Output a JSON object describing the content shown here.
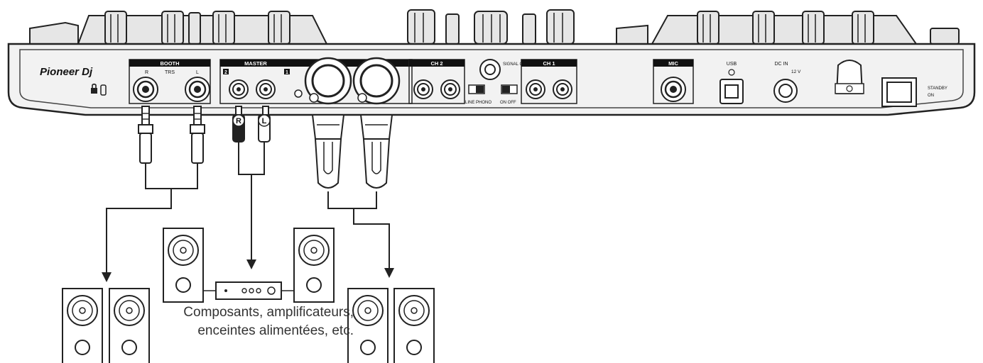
{
  "brand": "Pioneer Dj",
  "panel": {
    "booth": "BOOTH",
    "booth_r": "R",
    "booth_trs": "TRS",
    "booth_l": "L",
    "master": "MASTER",
    "master_2": "2",
    "master_1": "1",
    "ch2": "CH 2",
    "ch1": "CH 1",
    "signal_gnd": "SIGNAL GND",
    "mic": "MIC",
    "usb": "USB",
    "dcin": "DC IN",
    "volt": "12 V",
    "line_phono": "LINE  PHONO",
    "on_off": "ON  OFF",
    "standby": "STANDBY",
    "on": "ON",
    "plug_r": "R",
    "plug_l": "L"
  },
  "caption": {
    "line1": "Composants, amplificateurs,",
    "line2": "enceintes alimentées, etc."
  }
}
